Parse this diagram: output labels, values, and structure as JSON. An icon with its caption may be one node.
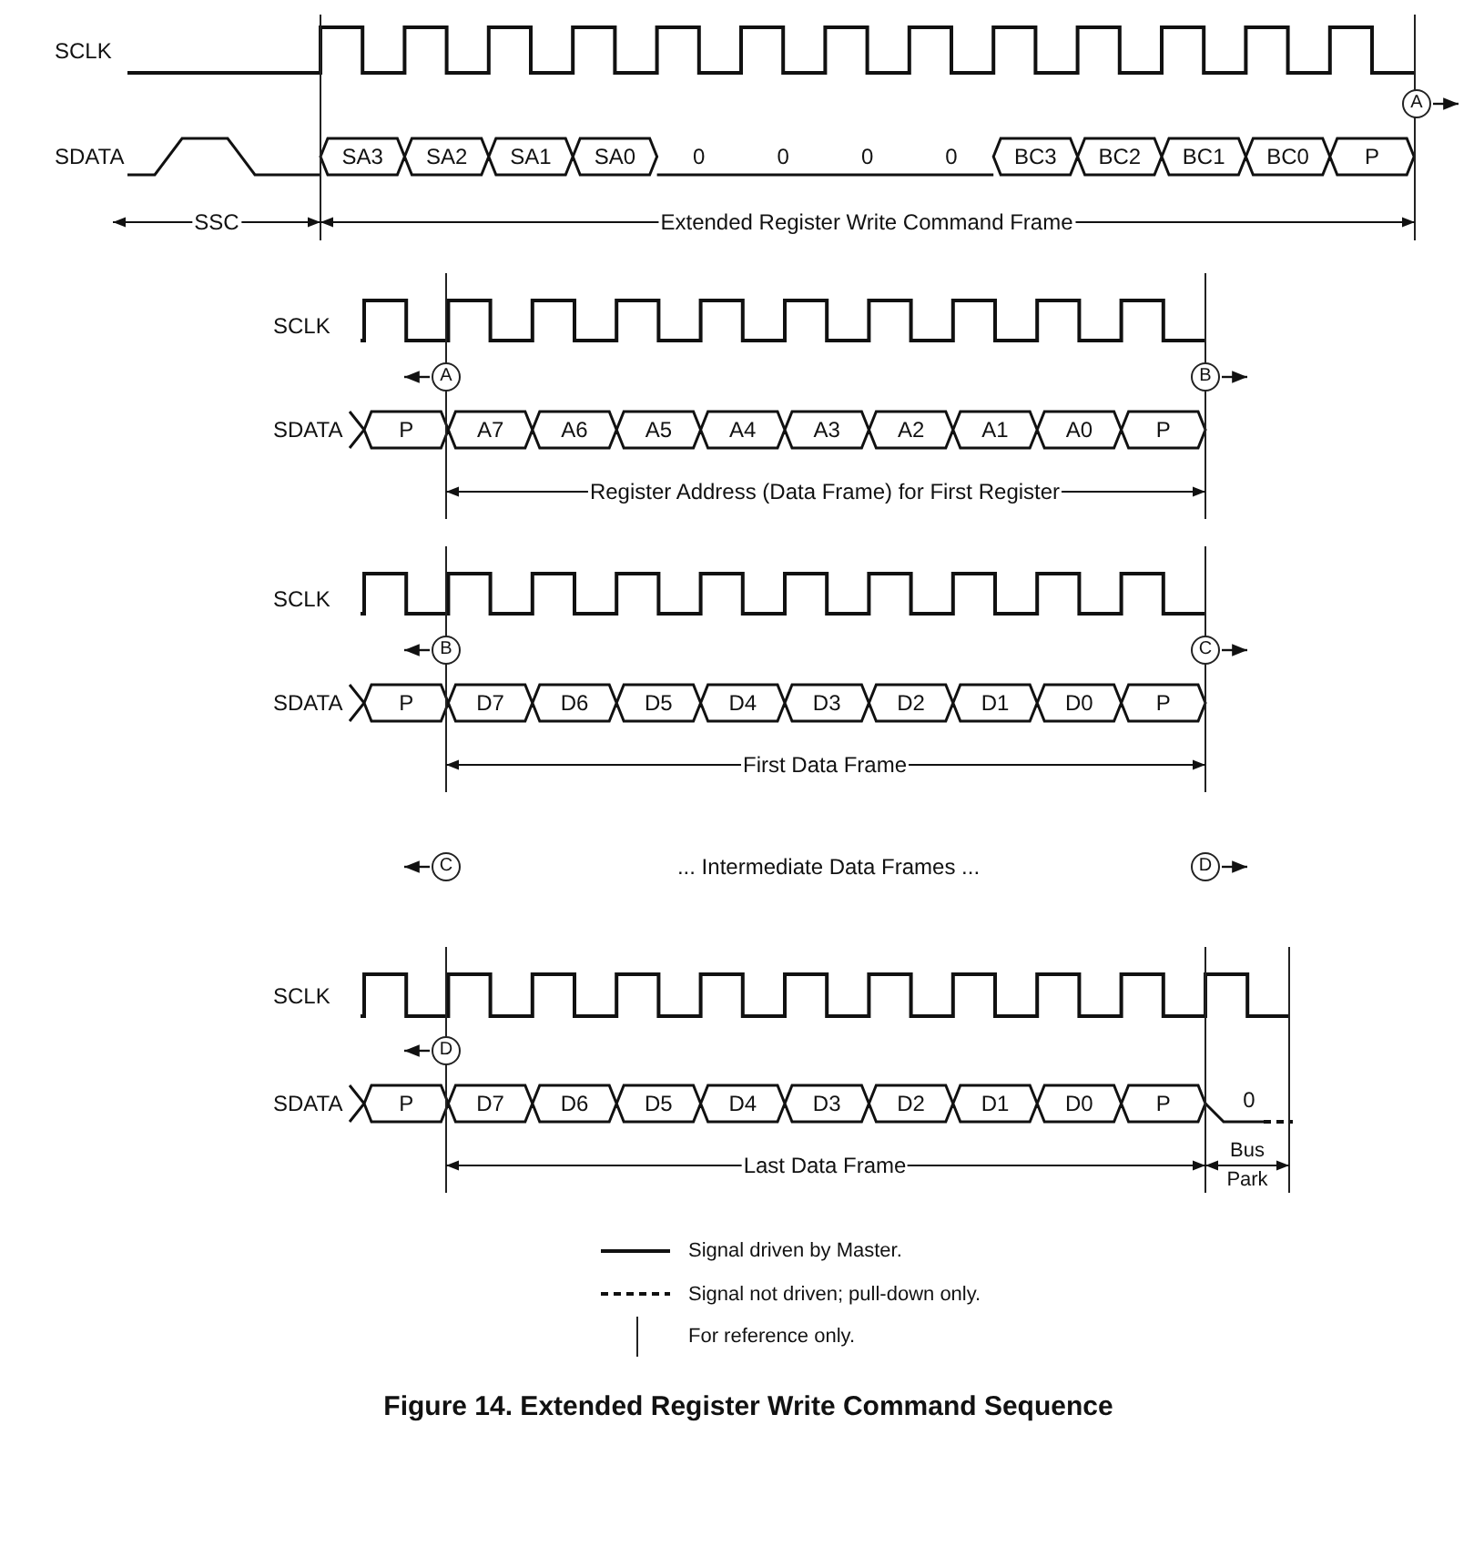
{
  "diagram": {
    "caption": "Figure 14. Extended Register Write Command Sequence",
    "nodes": [
      {
        "text": [
          "A"
        ]
      },
      {
        "text": [
          "A"
        ]
      },
      {
        "text": [
          "B"
        ]
      },
      {
        "text": [
          "B"
        ]
      },
      {
        "text": [
          "C"
        ]
      },
      {
        "text": [
          "C"
        ]
      },
      {
        "text": [
          "D"
        ]
      },
      {
        "text": [
          "D"
        ]
      }
    ],
    "edges": [
      {
        "from": 0,
        "to": null,
        "arrow": "to"
      },
      {
        "from": 1,
        "to": null,
        "arrow": "to"
      },
      {
        "from": 2,
        "to": null,
        "arrow": "to"
      },
      {
        "from": 3,
        "to": null,
        "arrow": "to"
      },
      {
        "from": 4,
        "to": null,
        "arrow": "to"
      },
      {
        "from": 5,
        "to": null,
        "arrow": "to"
      },
      {
        "from": 6,
        "to": null,
        "arrow": "to"
      },
      {
        "from": 7,
        "to": null,
        "arrow": "to"
      }
    ],
    "labels": [
      "SCLK",
      "SDATA",
      "SA3",
      "SA2",
      "SA1",
      "SA0",
      "0",
      "0",
      "0",
      "0",
      "BC3",
      "BC2",
      "BC1",
      "BC0",
      "P",
      "SSC",
      "Extended Register Write Command Frame",
      "SCLK",
      "SDATA",
      "P",
      "A7",
      "A6",
      "A5",
      "A4",
      "A3",
      "A2",
      "A1",
      "A0",
      "P",
      "Register Address (Data Frame) for First Register",
      "SCLK",
      "SDATA",
      "P",
      "D7",
      "D6",
      "D5",
      "D4",
      "D3",
      "D2",
      "D1",
      "D0",
      "P",
      "First Data Frame",
      "... Intermediate Data Frames ...",
      "SCLK",
      "SDATA",
      "P",
      "D7",
      "D6",
      "D5",
      "D4",
      "D3",
      "D2",
      "D1",
      "D0",
      "P",
      "0",
      "Last Data Frame",
      "Bus Park"
    ],
    "legend": [
      {
        "text": "Signal driven by Master."
      },
      {
        "text": "Signal not driven; pull-down only."
      },
      {
        "text": "For reference only."
      }
    ]
  }
}
